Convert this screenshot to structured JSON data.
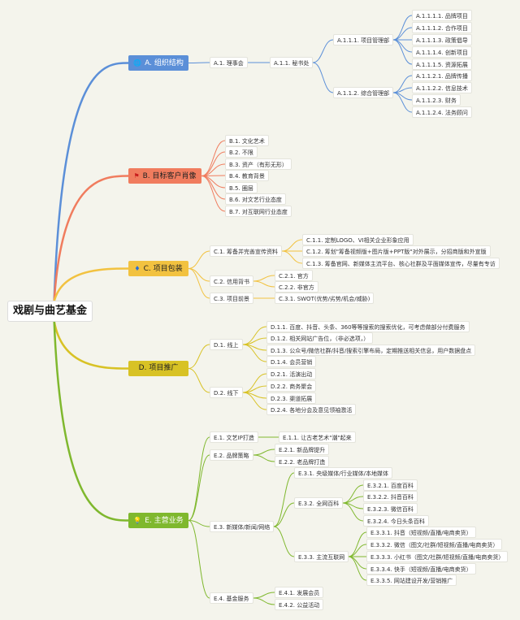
{
  "root": "戏剧与曲艺基金",
  "colors": {
    "A": "#5b8fd8",
    "B": "#f07c5e",
    "C": "#f2c240",
    "D": "#d8c225",
    "E": "#7fb82e",
    "bg": "#f4f4ec",
    "text": "#333333"
  },
  "icons": {
    "A": "globe-icon",
    "B": "flag-icon",
    "C": "flame-icon",
    "E": "lightbulb-icon"
  },
  "A": {
    "label": "A. 组织结构",
    "l2": "A.1. 理事会",
    "l3": "A.1.1. 秘书处",
    "l4a": "A.1.1.1. 项目管理部",
    "l4b": "A.1.1.2. 综合管理部",
    "a1": [
      "A.1.1.1.1. 品牌项目",
      "A.1.1.1.2. 合作项目",
      "A.1.1.1.3. 政策倡导",
      "A.1.1.1.4. 创新项目",
      "A.1.1.1.5. 资源拓展"
    ],
    "a2": [
      "A.1.1.2.1. 品牌传播",
      "A.1.1.2.2. 信息技术",
      "A.1.1.2.3. 财务",
      "A.1.1.2.4. 法务顾问"
    ]
  },
  "B": {
    "label": "B. 目标客户肖像",
    "items": [
      "B.1. 文化艺术",
      "B.2. 不限",
      "B.3. 资产（有形无形）",
      "B.4. 教育背景",
      "B.5. 圈层",
      "B.6. 对文艺行业态度",
      "B.7. 对互联网行业态度"
    ]
  },
  "C": {
    "label": "C. 项目包装",
    "c1": "C.1. 筹备并完善宣传资料",
    "c2": "C.2. 信用背书",
    "c3": "C.3. 项目前景",
    "c1items": [
      "C.1.1. 定制LOGO、VI相关企业形象应用",
      "C.1.2. 筹划\"筹备视频版+图片版+PPT版\"对外展示，分招商版和外宣版",
      "C.1.3. 筹备官网、新媒体主流平台、核心社群及平面媒体宣传，尽量有专访"
    ],
    "c2items": [
      "C.2.1. 官方",
      "C.2.2. 非官方"
    ],
    "c3items": [
      "C.3.1. SWOT(优势/劣势/机会/威胁)"
    ]
  },
  "D": {
    "label": "D. 项目推广",
    "d1": "D.1. 线上",
    "d2": "D.2. 线下",
    "d1items": [
      "D.1.1. 百度、抖音、头条、360等等搜索的搜索优化，可考虑做部分付费服务",
      "D.1.2. 相关网站广告位，（非必选项，）",
      "D.1.3. 公众号/微信社群/抖音/搜索引擎布局，定期推送相关信息，用户数据盘点",
      "D.1.4. 会员营销"
    ],
    "d2items": [
      "D.2.1. 活演出动",
      "D.2.2. 商务聚会",
      "D.2.3. 渠道拓展",
      "D.2.4. 各地分会及意见领袖激活"
    ]
  },
  "E": {
    "label": "E. 主营业务",
    "e1": "E.1. 文艺IP打造",
    "e1a": "E.1.1. 让古老艺术\"潮\"起来",
    "e2": "E.2. 品牌策略",
    "e2items": [
      "E.2.1. 新品牌提升",
      "E.2.2. 老品牌打造"
    ],
    "e3": "E.3. 新媒体/新闻/网络",
    "e31": "E.3.1. 央级媒体/行业媒体/本地媒体",
    "e32": "E.3.2. 全网百科",
    "e32items": [
      "E.3.2.1. 百度百科",
      "E.3.2.2. 抖音百科",
      "E.3.2.3. 微信百科",
      "E.3.2.4. 今日头条百科"
    ],
    "e33": "E.3.3. 主流互联网",
    "e33items": [
      "E.3.3.1. 抖音（短视频/直播/电商卖货）",
      "E.3.3.2. 微信（图文/社群/短视频/直播/电商卖货）",
      "E.3.3.3. 小红书（图文/社群/短视频/直播/电商卖货）",
      "E.3.3.4. 快手（短视频/直播/电商卖货）",
      "E.3.3.5. 网站建设开发/营销推广"
    ],
    "e4": "E.4. 基金服务",
    "e4items": [
      "E.4.1. 发展会员",
      "E.4.2. 公益活动"
    ]
  }
}
